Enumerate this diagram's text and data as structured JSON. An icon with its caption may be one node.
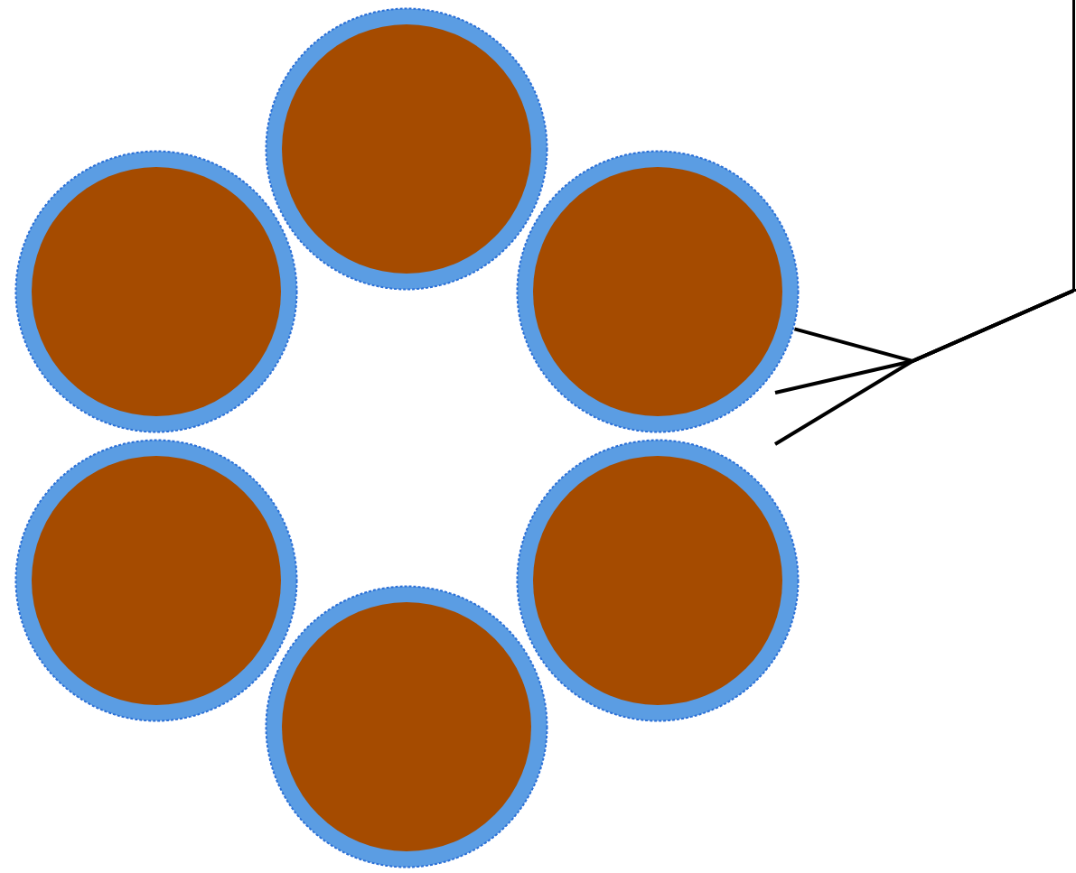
{
  "diagram": {
    "nodes": [
      {
        "text": [],
        "shape": "circle"
      },
      {
        "text": [],
        "shape": "circle"
      },
      {
        "text": [],
        "shape": "circle"
      },
      {
        "text": [],
        "shape": "circle"
      },
      {
        "text": [],
        "shape": "circle"
      },
      {
        "text": [],
        "shape": "circle"
      },
      {
        "text": [],
        "shape": "box"
      }
    ],
    "edges": [
      {
        "from": 6,
        "to": 2,
        "arrow": "none"
      },
      {
        "from": 6,
        "to": null,
        "arrow": "none"
      },
      {
        "from": 6,
        "to": null,
        "arrow": "none"
      }
    ]
  }
}
